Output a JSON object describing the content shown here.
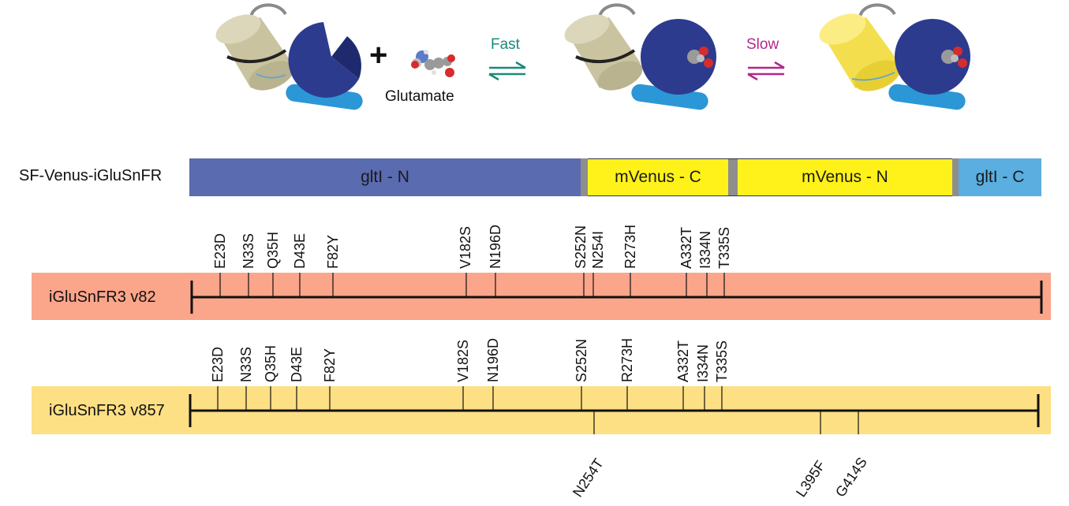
{
  "schematic": {
    "plus": "+",
    "glutamate_label": "Glutamate",
    "fast_label": "Fast",
    "slow_label": "Slow",
    "colors": {
      "fast_arrow": "#1a8a7a",
      "slow_arrow": "#b3278f",
      "binding_domain": "#2d3b8e",
      "linker": "#2b97d6",
      "fp_dim": "#ccc7a6",
      "fp_bright": "#f6e35a"
    }
  },
  "construct": {
    "name": "SF-Venus-iGluSnFR",
    "domains": [
      {
        "label": "gltI - N",
        "color": "#5b6bb0"
      },
      {
        "label": "mVenus - C",
        "color": "#fff21a"
      },
      {
        "label": "mVenus - N",
        "color": "#fff21a"
      },
      {
        "label": "gltI - C",
        "color": "#5aaee0"
      }
    ],
    "linker_color": "#8e8e8e"
  },
  "variants": [
    {
      "name": "iGluSnFR3 v82",
      "band_color": "#fba58a",
      "mutations_above": [
        "E23D",
        "N33S",
        "Q35H",
        "D43E",
        "F82Y",
        "V182S",
        "N196D",
        "S252N",
        "N254I",
        "R273H",
        "A332T",
        "I334N",
        "T335S"
      ],
      "mutations_below": []
    },
    {
      "name": "iGluSnFR3 v857",
      "band_color": "#fde084",
      "mutations_above": [
        "E23D",
        "N33S",
        "Q35H",
        "D43E",
        "F82Y",
        "V182S",
        "N196D",
        "S252N",
        "R273H",
        "A332T",
        "I334N",
        "T335S"
      ],
      "mutations_below": [
        "N254T",
        "L395F",
        "G414S"
      ]
    }
  ]
}
